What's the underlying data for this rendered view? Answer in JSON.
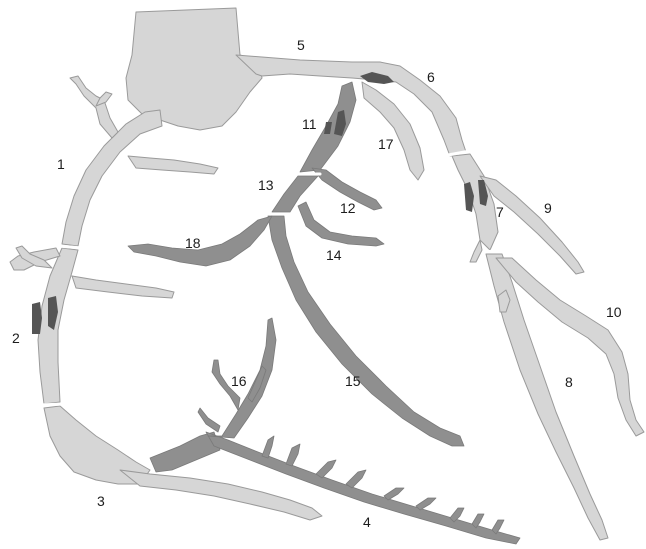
{
  "colors": {
    "background": "#ffffff",
    "vessel_light": "#d6d6d6",
    "vessel_dark": "#8f8f8f",
    "stenosis": "#555555",
    "outline": "#9a9a9a",
    "separator": "#ffffff"
  },
  "segment_labels": [
    "1",
    "2",
    "3",
    "4",
    "5",
    "6",
    "7",
    "8",
    "9",
    "10",
    "11",
    "12",
    "13",
    "14",
    "15",
    "16",
    "17",
    "18"
  ]
}
